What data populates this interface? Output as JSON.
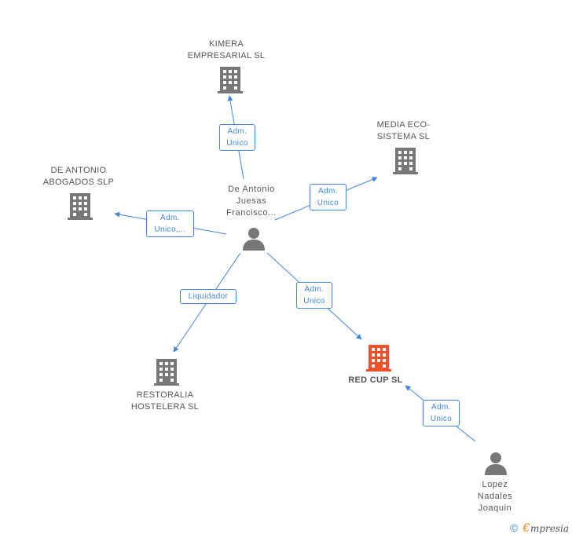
{
  "colors": {
    "edge": "#3f86d8",
    "building": "#777777",
    "focus_building": "#f0502a",
    "person": "#777777",
    "label": "#555555"
  },
  "nodes": {
    "kimera": {
      "label_line1": "KIMERA",
      "label_line2": "EMPRESARIAL SL",
      "icon": "building-icon"
    },
    "media": {
      "label_line1": "MEDIA ECO-",
      "label_line2": "SISTEMA  SL",
      "icon": "building-icon"
    },
    "deantonio": {
      "label_line1": "DE ANTONIO",
      "label_line2": "ABOGADOS  SLP",
      "icon": "building-icon"
    },
    "restoralia": {
      "label_line1": "RESTORALIA",
      "label_line2": "HOSTELERA SL",
      "icon": "building-icon"
    },
    "redcup": {
      "label": "RED CUP  SL",
      "icon": "building-icon"
    },
    "person_main": {
      "line1": "De Antonio",
      "line2": "Juesas",
      "line3": "Francisco...",
      "icon": "person-icon"
    },
    "person_lopez": {
      "line1": "Lopez",
      "line2": "Nadales",
      "line3": "Joaquin",
      "icon": "person-icon"
    }
  },
  "edges": {
    "to_kimera": {
      "line1": "Adm.",
      "line2": "Unico"
    },
    "to_media": {
      "line1": "Adm.",
      "line2": "Unico"
    },
    "to_deantonio": {
      "line1": "Adm.",
      "line2": "Unico,..."
    },
    "to_restoralia": {
      "line1": "Liquidador"
    },
    "to_redcup": {
      "line1": "Adm.",
      "line2": "Unico"
    },
    "lopez_to_redcup": {
      "line1": "Adm.",
      "line2": "Unico"
    }
  },
  "footer": {
    "copyright": "©",
    "brand_initial": "€",
    "brand_rest": "mpresia"
  }
}
